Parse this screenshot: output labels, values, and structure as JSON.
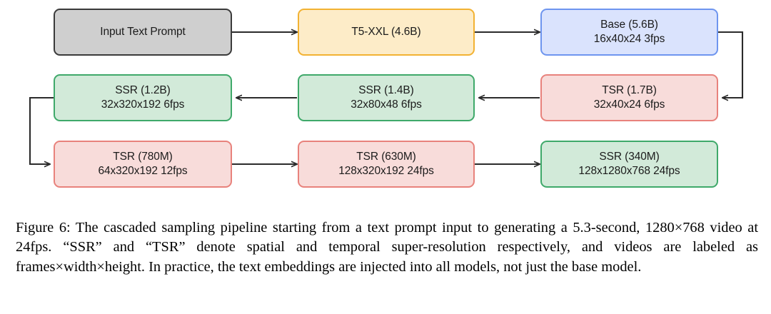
{
  "figure": {
    "label": "Figure 6",
    "caption": "Figure 6: The cascaded sampling pipeline starting from a text prompt input to generating a 5.3-second, 1280×768 video at 24fps. “SSR” and “TSR” denote spatial and temporal super-resolution respectively, and videos are labeled as frames×width×height. In practice, the text embeddings are injected into all models, not just the base model."
  },
  "diagram": {
    "type": "flowchart",
    "orientation": "serpentine-left-to-right-then-right-to-left",
    "colors": {
      "gray_fill": "#cfcfcf",
      "gray_border": "#3a3a3a",
      "yellow_fill": "#fdecc8",
      "yellow_border": "#f2b233",
      "blue_fill": "#dae3fd",
      "blue_border": "#6e95ef",
      "red_fill": "#f8dcda",
      "red_border": "#e8827c",
      "green_fill": "#d2ead9",
      "green_border": "#3fa96a",
      "edge": "#2b2b2b"
    },
    "nodes": [
      {
        "id": "input",
        "title": "Input Text Prompt",
        "detail": "",
        "color": "gray"
      },
      {
        "id": "t5",
        "title": "T5-XXL (4.6B)",
        "detail": "",
        "color": "yellow"
      },
      {
        "id": "base",
        "title": "Base (5.6B)",
        "detail": "16x40x24 3fps",
        "color": "blue"
      },
      {
        "id": "tsr17",
        "title": "TSR (1.7B)",
        "detail": "32x40x24 6fps",
        "color": "red"
      },
      {
        "id": "ssr14",
        "title": "SSR (1.4B)",
        "detail": "32x80x48 6fps",
        "color": "green"
      },
      {
        "id": "ssr12",
        "title": "SSR (1.2B)",
        "detail": "32x320x192 6fps",
        "color": "green"
      },
      {
        "id": "tsr780",
        "title": "TSR (780M)",
        "detail": "64x320x192 12fps",
        "color": "red"
      },
      {
        "id": "tsr630",
        "title": "TSR (630M)",
        "detail": "128x320x192 24fps",
        "color": "red"
      },
      {
        "id": "ssr340",
        "title": "SSR (340M)",
        "detail": "128x1280x768 24fps",
        "color": "green"
      }
    ],
    "edges": [
      {
        "from": "input",
        "to": "t5"
      },
      {
        "from": "t5",
        "to": "base"
      },
      {
        "from": "base",
        "to": "tsr17"
      },
      {
        "from": "tsr17",
        "to": "ssr14"
      },
      {
        "from": "ssr14",
        "to": "ssr12"
      },
      {
        "from": "ssr12",
        "to": "tsr780"
      },
      {
        "from": "tsr780",
        "to": "tsr630"
      },
      {
        "from": "tsr630",
        "to": "ssr340"
      }
    ]
  }
}
